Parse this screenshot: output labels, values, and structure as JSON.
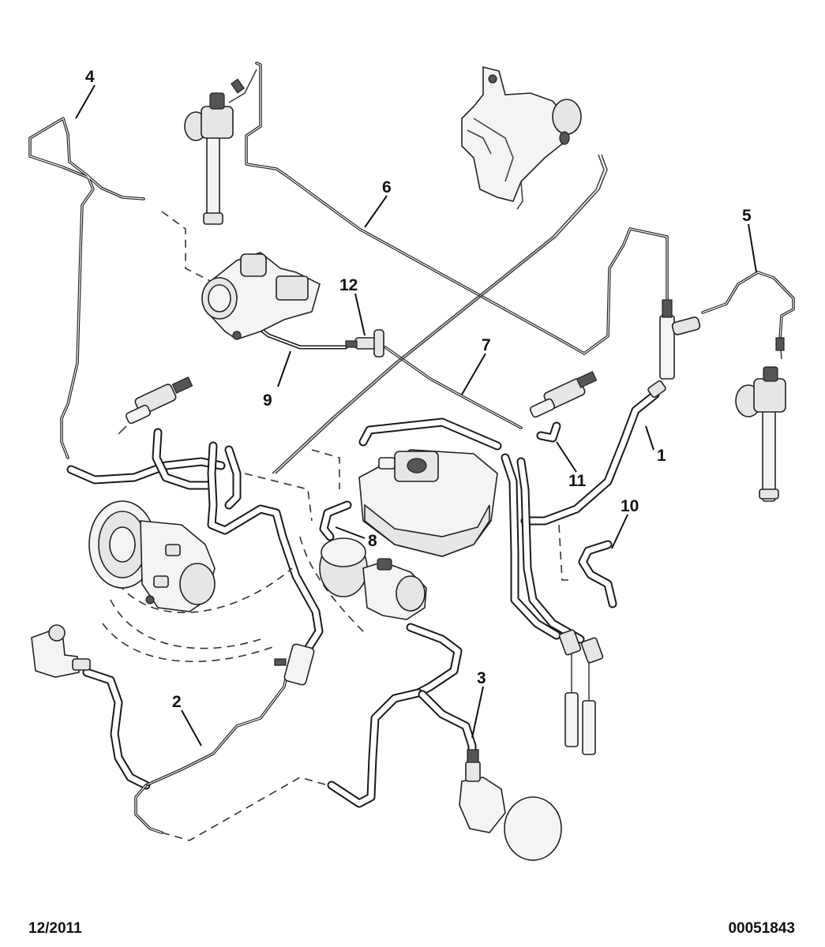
{
  "diagram": {
    "callouts": [
      {
        "id": "1",
        "label": "1"
      },
      {
        "id": "2",
        "label": "2"
      },
      {
        "id": "3",
        "label": "3"
      },
      {
        "id": "4",
        "label": "4"
      },
      {
        "id": "5",
        "label": "5"
      },
      {
        "id": "6",
        "label": "6"
      },
      {
        "id": "7",
        "label": "7"
      },
      {
        "id": "8",
        "label": "8"
      },
      {
        "id": "9",
        "label": "9"
      },
      {
        "id": "10",
        "label": "10"
      },
      {
        "id": "11",
        "label": "11"
      },
      {
        "id": "12",
        "label": "12"
      }
    ]
  },
  "footer": {
    "date": "12/2011",
    "reference": "00051843"
  }
}
